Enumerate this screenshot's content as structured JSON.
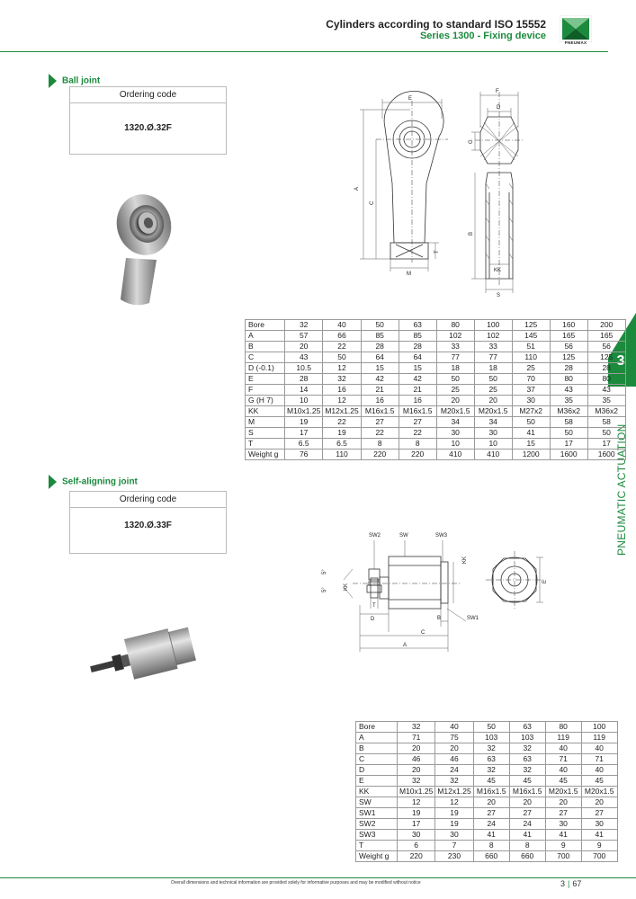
{
  "header": {
    "title": "Cylinders according to standard ISO 15552",
    "subtitle": "Series 1300 - Fixing device",
    "logo_text": "PNEUMAX",
    "brand_color": "#1b8a3d"
  },
  "side_tab": {
    "number": "3",
    "label": "PNEUMATIC ACTUATION"
  },
  "ball_joint": {
    "title": "Ball joint",
    "ordering_label": "Ordering code",
    "ordering_code": "1320.Ø.32F",
    "dims": {
      "E": "E",
      "F": "F",
      "D": "D",
      "G": "G",
      "A": "A",
      "C": "C",
      "B": "B",
      "T": "T",
      "M": "M",
      "KK": "KK",
      "S": "S"
    },
    "table": [
      [
        "Bore",
        "32",
        "40",
        "50",
        "63",
        "80",
        "100",
        "125",
        "160",
        "200"
      ],
      [
        "A",
        "57",
        "66",
        "85",
        "85",
        "102",
        "102",
        "145",
        "165",
        "165"
      ],
      [
        "B",
        "20",
        "22",
        "28",
        "28",
        "33",
        "33",
        "51",
        "56",
        "56"
      ],
      [
        "C",
        "43",
        "50",
        "64",
        "64",
        "77",
        "77",
        "110",
        "125",
        "125"
      ],
      [
        "D (-0.1)",
        "10.5",
        "12",
        "15",
        "15",
        "18",
        "18",
        "25",
        "28",
        "28"
      ],
      [
        "E",
        "28",
        "32",
        "42",
        "42",
        "50",
        "50",
        "70",
        "80",
        "80"
      ],
      [
        "F",
        "14",
        "16",
        "21",
        "21",
        "25",
        "25",
        "37",
        "43",
        "43"
      ],
      [
        "G (H 7)",
        "10",
        "12",
        "16",
        "16",
        "20",
        "20",
        "30",
        "35",
        "35"
      ],
      [
        "KK",
        "M10x1.25",
        "M12x1.25",
        "M16x1.5",
        "M16x1.5",
        "M20x1.5",
        "M20x1.5",
        "M27x2",
        "M36x2",
        "M36x2"
      ],
      [
        "M",
        "19",
        "22",
        "27",
        "27",
        "34",
        "34",
        "50",
        "58",
        "58"
      ],
      [
        "S",
        "17",
        "19",
        "22",
        "22",
        "30",
        "30",
        "41",
        "50",
        "50"
      ],
      [
        "T",
        "6.5",
        "6.5",
        "8",
        "8",
        "10",
        "10",
        "15",
        "17",
        "17"
      ],
      [
        "Weight g",
        "76",
        "110",
        "220",
        "220",
        "410",
        "410",
        "1200",
        "1600",
        "1600"
      ]
    ]
  },
  "self_aligning": {
    "title": "Self-aligning joint",
    "ordering_label": "Ordering code",
    "ordering_code": "1320.Ø.33F",
    "dims": {
      "SW2": "SW2",
      "SW": "SW",
      "SW3": "SW3",
      "SW1": "SW1",
      "KK": "KK",
      "T": "T",
      "D": "D",
      "B": "B",
      "C": "C",
      "A": "A",
      "E": "E",
      "ang": "5°"
    },
    "table": [
      [
        "Bore",
        "32",
        "40",
        "50",
        "63",
        "80",
        "100"
      ],
      [
        "A",
        "71",
        "75",
        "103",
        "103",
        "119",
        "119"
      ],
      [
        "B",
        "20",
        "20",
        "32",
        "32",
        "40",
        "40"
      ],
      [
        "C",
        "46",
        "46",
        "63",
        "63",
        "71",
        "71"
      ],
      [
        "D",
        "20",
        "24",
        "32",
        "32",
        "40",
        "40"
      ],
      [
        "E",
        "32",
        "32",
        "45",
        "45",
        "45",
        "45"
      ],
      [
        "KK",
        "M10x1.25",
        "M12x1.25",
        "M16x1.5",
        "M16x1.5",
        "M20x1.5",
        "M20x1.5"
      ],
      [
        "SW",
        "12",
        "12",
        "20",
        "20",
        "20",
        "20"
      ],
      [
        "SW1",
        "19",
        "19",
        "27",
        "27",
        "27",
        "27"
      ],
      [
        "SW2",
        "17",
        "19",
        "24",
        "24",
        "30",
        "30"
      ],
      [
        "SW3",
        "30",
        "30",
        "41",
        "41",
        "41",
        "41"
      ],
      [
        "T",
        "6",
        "7",
        "8",
        "8",
        "9",
        "9"
      ],
      [
        "Weight g",
        "220",
        "230",
        "660",
        "660",
        "700",
        "700"
      ]
    ]
  },
  "footer": {
    "note": "Overall dimensions and technical information are provided solely for informative purposes and may be modified without notice",
    "chapter": "3",
    "page": "67"
  }
}
